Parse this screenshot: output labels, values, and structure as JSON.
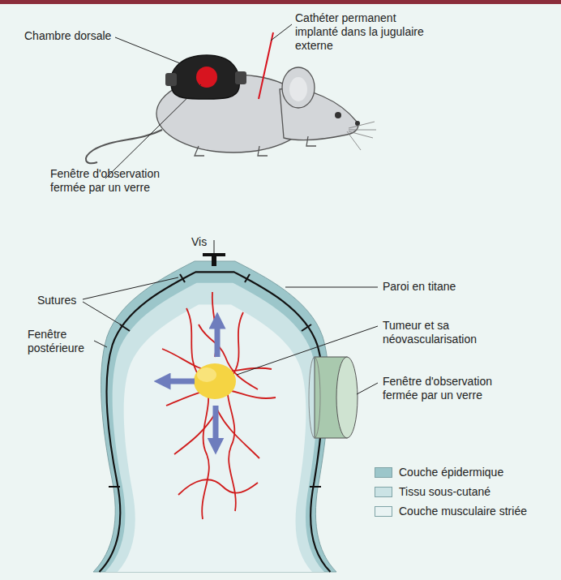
{
  "diagram": {
    "labels": [
      "Chambre dorsale",
      "Cathéter permanent implanté dans la jugulaire externe",
      "Fenêtre d'observation fermée par un verre",
      "Vis",
      "Sutures",
      "Fenêtre postérieure",
      "Paroi en titane",
      "Tumeur et sa néovascularisation",
      "Fenêtre d'observation fermée par un verre"
    ],
    "legend": [
      {
        "text": "Couche épidermique",
        "color": "#9cc6ca"
      },
      {
        "text": "Tissu sous-cutané",
        "color": "#cbe3e5"
      },
      {
        "text": "Couche musculaire striée",
        "color": "#e9f3f3"
      }
    ]
  }
}
